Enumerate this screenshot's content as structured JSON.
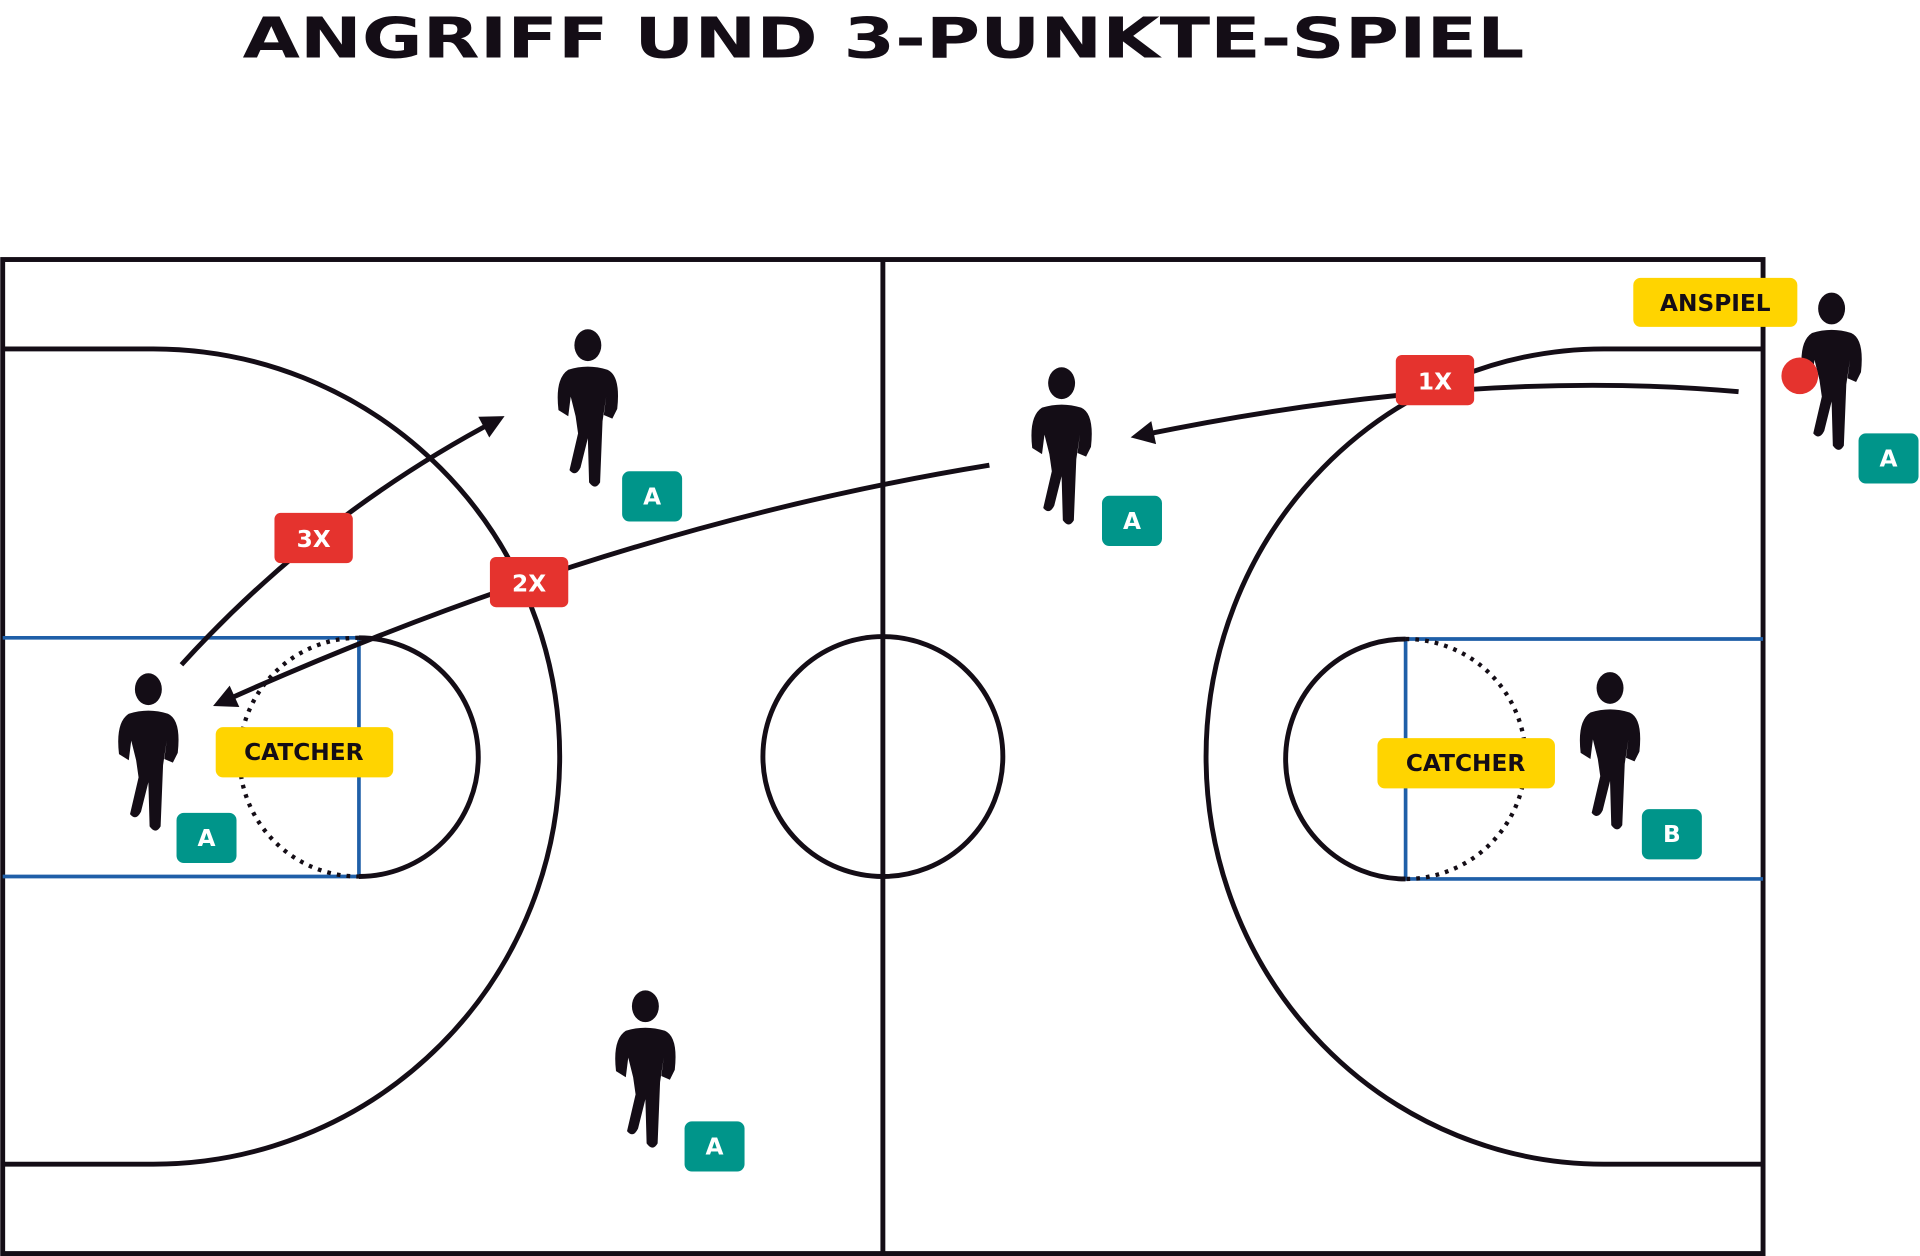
{
  "title": "ANGRIFF UND 3-PUNKTE-SPIEL",
  "labels": {
    "anspiel": "ANSPIEL",
    "catcher_left": "CATCHER",
    "catcher_right": "CATCHER"
  },
  "passes": [
    {
      "label": "1X"
    },
    {
      "label": "2X"
    },
    {
      "label": "3X"
    }
  ],
  "players": [
    {
      "team": "A"
    },
    {
      "team": "A"
    },
    {
      "team": "A"
    },
    {
      "team": "A"
    },
    {
      "team": "B"
    },
    {
      "team": "A"
    }
  ],
  "colors": {
    "pass_badge": "#e5332e",
    "role_badge": "#ffd400",
    "team_badge": "#00958a",
    "key_lines": "#1f5fa8",
    "ball": "#e5332e",
    "ink": "#140d16"
  }
}
